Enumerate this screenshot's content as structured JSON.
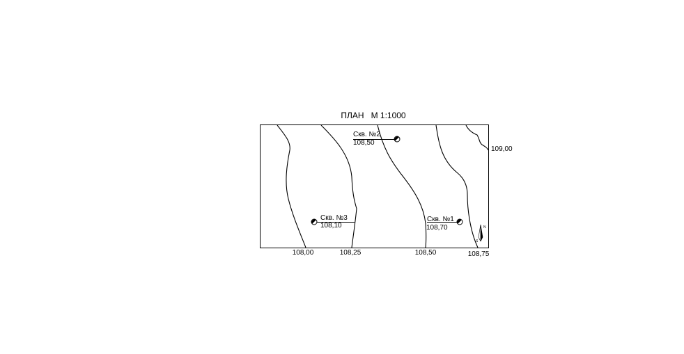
{
  "plan": {
    "title": "ПЛАН   М 1:1000",
    "contours": [
      {
        "label": "108,00"
      },
      {
        "label": "108,25"
      },
      {
        "label": "108,50"
      },
      {
        "label": "108,75"
      },
      {
        "label": "109,00"
      }
    ],
    "boreholes": [
      {
        "name": "Скв. №1",
        "elevation": "108,70"
      },
      {
        "name": "Скв. №2",
        "elevation": "108,50"
      },
      {
        "name": "Скв. №3",
        "elevation": "108,10"
      }
    ],
    "north_arrow": {
      "north": "N",
      "south": "S"
    }
  }
}
